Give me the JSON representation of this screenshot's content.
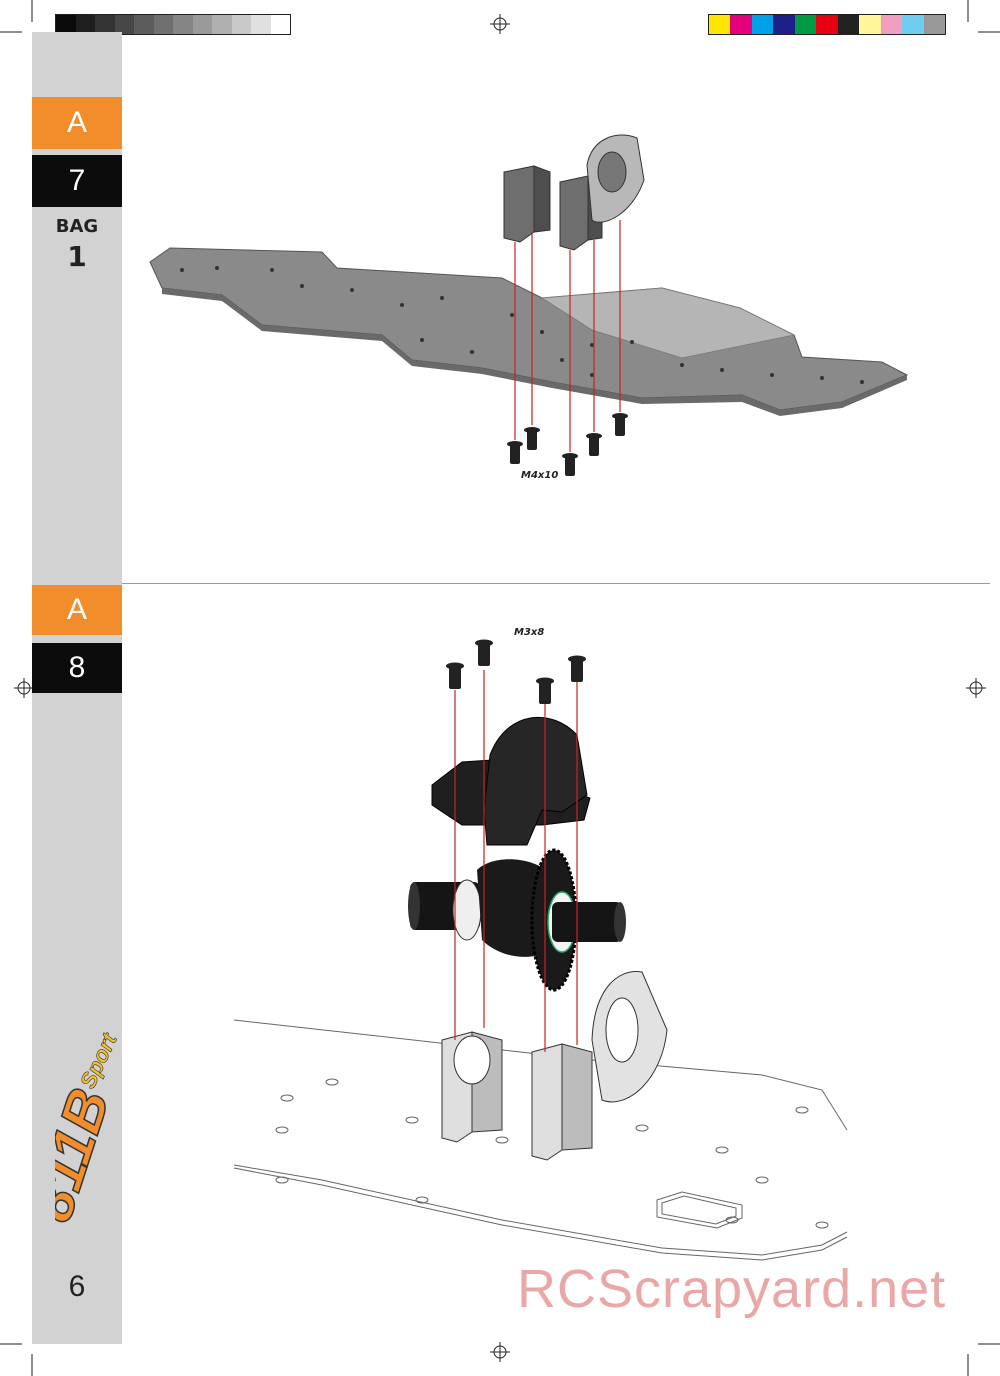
{
  "steps": [
    {
      "section": "A",
      "number": "7",
      "bag_label": "BAG",
      "bag_number": "1",
      "fastener": "M4x10"
    },
    {
      "section": "A",
      "number": "8",
      "fastener": "M3x8"
    }
  ],
  "page_number": "6",
  "watermark": "RCScrapyard.net",
  "logo_text": "Sport",
  "colors": {
    "accent": "#f28d2c",
    "sidebar": "#d2d2d2",
    "step_number_bg": "#0c0c0c",
    "guide_line": "#cc2222"
  },
  "grayscale_bar": [
    "#0a0a0a",
    "#1e1e1e",
    "#333333",
    "#474747",
    "#5c5c5c",
    "#707070",
    "#858585",
    "#9a9a9a",
    "#b0b0b0",
    "#c8c8c8",
    "#e0e0e0",
    "#ffffff"
  ],
  "color_bar": [
    "#ffe600",
    "#e4007c",
    "#00a0e9",
    "#1d2088",
    "#009944",
    "#e60012",
    "#222222",
    "#fff799",
    "#f19ec2",
    "#6fcdf0",
    "#999999"
  ]
}
